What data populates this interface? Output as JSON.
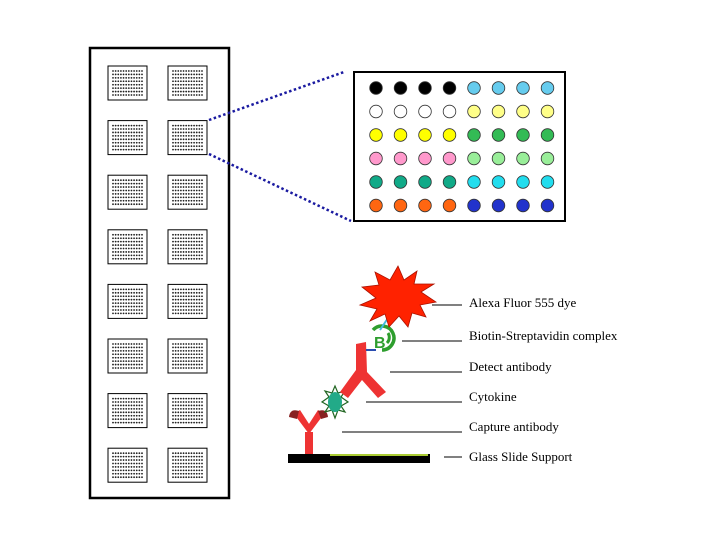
{
  "slide": {
    "rows": 8,
    "cols": 2,
    "subarray_dot_rows": 8,
    "subarray_dot_cols": 12
  },
  "zoom_array": {
    "rows": [
      [
        "#000000",
        "#000000",
        "#000000",
        "#000000",
        "#66ccee",
        "#66ccee",
        "#66ccee",
        "#66ccee"
      ],
      [
        "#ffffff",
        "#ffffff",
        "#ffffff",
        "#ffffff",
        "#ffff88",
        "#ffff88",
        "#ffff88",
        "#ffff88"
      ],
      [
        "#ffff00",
        "#ffff00",
        "#ffff00",
        "#ffff00",
        "#33bb55",
        "#33bb55",
        "#33bb55",
        "#33bb55"
      ],
      [
        "#ff99cc",
        "#ff99cc",
        "#ff99cc",
        "#ff99cc",
        "#99ee99",
        "#99ee99",
        "#99ee99",
        "#99ee99"
      ],
      [
        "#11aa88",
        "#11aa88",
        "#11aa88",
        "#11aa88",
        "#22ddee",
        "#22ddee",
        "#22ddee",
        "#22ddee"
      ],
      [
        "#ff6611",
        "#ff6611",
        "#ff6611",
        "#ff6611",
        "#2233cc",
        "#2233cc",
        "#2233cc",
        "#2233cc"
      ]
    ]
  },
  "colors": {
    "dye": "#ff2200",
    "biotin": "#2e9e2e",
    "antibody": "#ee3333",
    "capture_antibody_tip": "#882222",
    "cytokine": "#22aa88",
    "connector_lines": "#1a1aa0",
    "support": "#000000",
    "support_top": "#aacc33"
  },
  "biotin_letter": "B",
  "labels": {
    "dye": "Alexa Fluor 555 dye",
    "biotin": "Biotin-Streptavidin complex",
    "detect": "Detect antibody",
    "cytokine": "Cytokine",
    "capture": "Capture antibody",
    "support": "Glass Slide Support"
  }
}
